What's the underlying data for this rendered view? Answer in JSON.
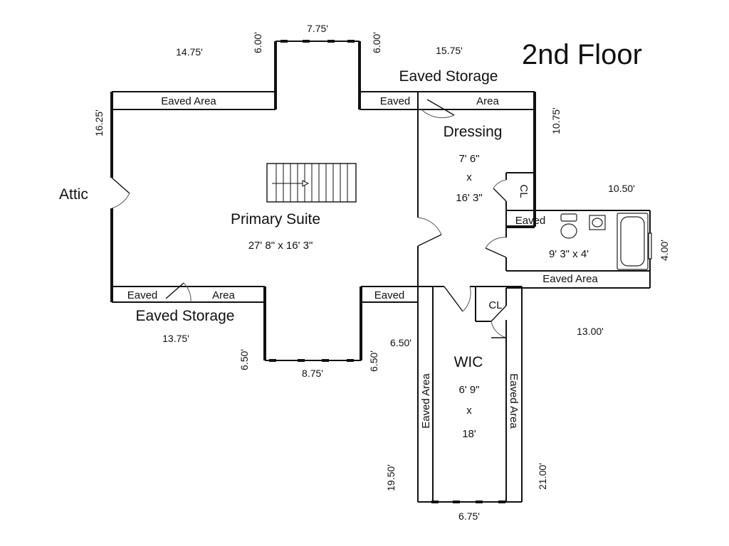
{
  "title": "2nd Floor",
  "rooms": {
    "primary_suite": {
      "name": "Primary Suite",
      "size": "27' 8\" x 16' 3\""
    },
    "dressing": {
      "name": "Dressing",
      "w": "7' 6\"",
      "x": "x",
      "h": "16' 3\""
    },
    "wic": {
      "name": "WIC",
      "w": "6' 9\"",
      "x": "x",
      "h": "18'"
    },
    "bath": {
      "size": "9' 3\" x 4'"
    },
    "attic": {
      "name": "Attic"
    },
    "closet_upper": {
      "name": "CL"
    },
    "closet_lower": {
      "name": "CL"
    }
  },
  "areas": {
    "eaved_area_top_left": "Eaved Area",
    "eaved_top_mid": "Eaved",
    "eaved_storage_top": "Eaved Storage",
    "area_top_right": "Area",
    "eaved_bath": "Eaved",
    "eaved_area_bath_bottom": "Eaved Area",
    "eaved_bottom_left": "Eaved",
    "area_bottom_left": "Area",
    "eaved_storage_bottom": "Eaved Storage",
    "eaved_bottom_mid": "Eaved",
    "eaved_area_wic_left": "Eaved Area",
    "eaved_area_wic_right": "Eaved Area"
  },
  "dimensions": {
    "top_bay_width": "7.75'",
    "top_bay_left_depth": "6.00'",
    "top_bay_right_depth": "6.00'",
    "top_left_width": "14.75'",
    "top_right_width": "15.75'",
    "left_height": "16.25'",
    "dressing_height": "10.75'",
    "bath_width": "10.50'",
    "bath_height": "4.00'",
    "bottom_left_width": "13.75'",
    "bottom_bay_left_depth": "6.50'",
    "bottom_bay_width": "8.75'",
    "bottom_bay_right_depth": "6.50'",
    "center_depth": "6.50'",
    "right_width": "13.00'",
    "wic_left_height": "19.50'",
    "wic_right_height": "21.00'",
    "wic_bottom_width": "6.75'"
  }
}
